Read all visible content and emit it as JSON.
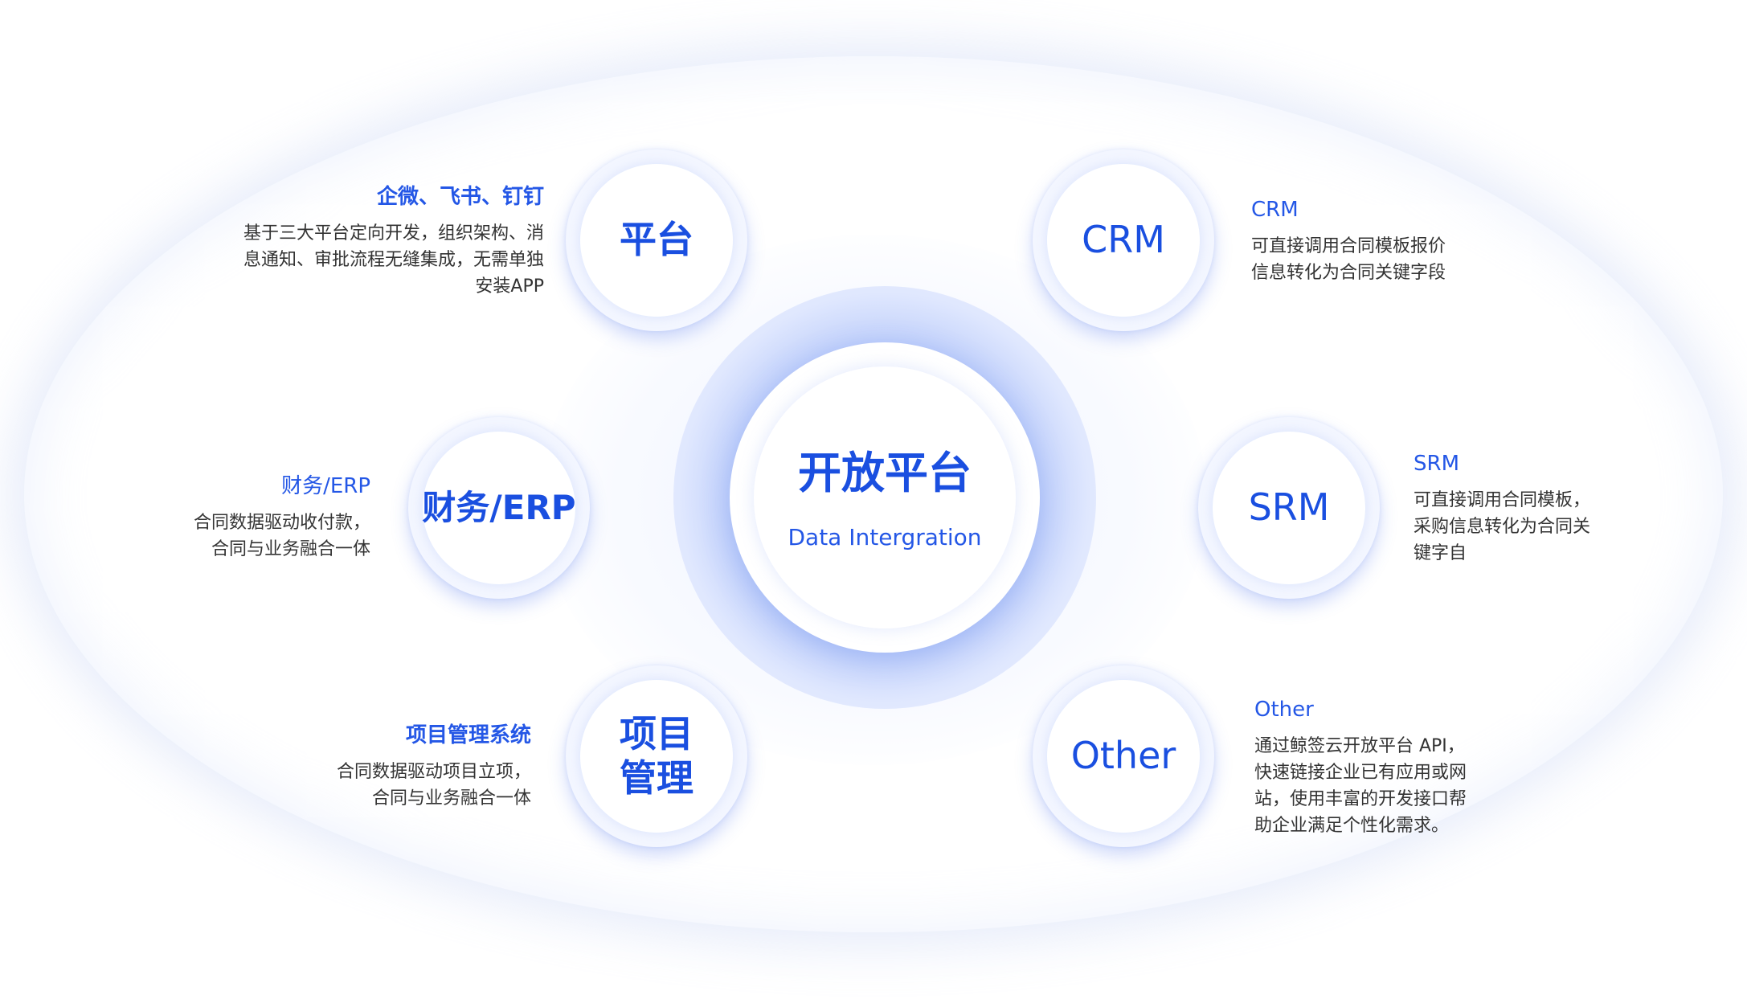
{
  "center": {
    "title": "开放平台",
    "subtitle": "Data Intergration"
  },
  "nodes": {
    "platform": {
      "label": "平台"
    },
    "erp": {
      "label": "财务/ERP"
    },
    "project": {
      "label_line1": "项目",
      "label_line2": "管理"
    },
    "crm": {
      "label": "CRM"
    },
    "srm": {
      "label": "SRM"
    },
    "other": {
      "label": "Other"
    }
  },
  "descriptions": {
    "platform": {
      "heading": "企微、飞书、钉钉",
      "text": "基于三大平台定向开发，组织架构、消\n息通知、审批流程无缝集成，无需单独\n安装APP"
    },
    "erp": {
      "heading": "财务/ERP",
      "text": "合同数据驱动收付款，\n合同与业务融合一体"
    },
    "project": {
      "heading": "项目管理系统",
      "text": "合同数据驱动项目立项，\n合同与业务融合一体"
    },
    "crm": {
      "heading": "CRM",
      "text": "可直接调用合同模板报价\n信息转化为合同关键字段"
    },
    "srm": {
      "heading": "SRM",
      "text": "可直接调用合同模板，\n采购信息转化为合同关\n键字自"
    },
    "other": {
      "heading": "Other",
      "text": "通过鲸签云开放平台 API，\n快速链接企业已有应用或网\n站，使用丰富的开发接口帮\n助企业满足个性化需求。"
    }
  }
}
